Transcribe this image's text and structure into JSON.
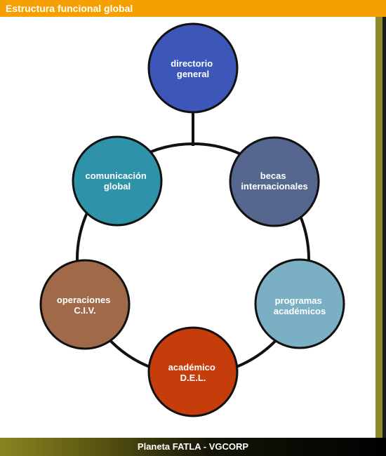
{
  "title": "Estructura funcional global",
  "footer": "Planeta FATLA - VGCORP",
  "colors": {
    "title_bar": "#f5a000",
    "ring_stroke": "#111111",
    "node_stroke": "#111111"
  },
  "nodes": [
    {
      "lines": [
        "directorio",
        "general"
      ],
      "color": "#3d57b8"
    },
    {
      "lines": [
        "becas",
        "internacionales"
      ],
      "color": "#56678f"
    },
    {
      "lines": [
        "programas",
        "académicos"
      ],
      "color": "#7bafc4"
    },
    {
      "lines": [
        "académico",
        "D.E.L."
      ],
      "color": "#c43d0a"
    },
    {
      "lines": [
        "operaciones",
        "C.I.V."
      ],
      "color": "#a06a4a"
    },
    {
      "lines": [
        "comunicación",
        "global"
      ],
      "color": "#2e93a8"
    }
  ]
}
